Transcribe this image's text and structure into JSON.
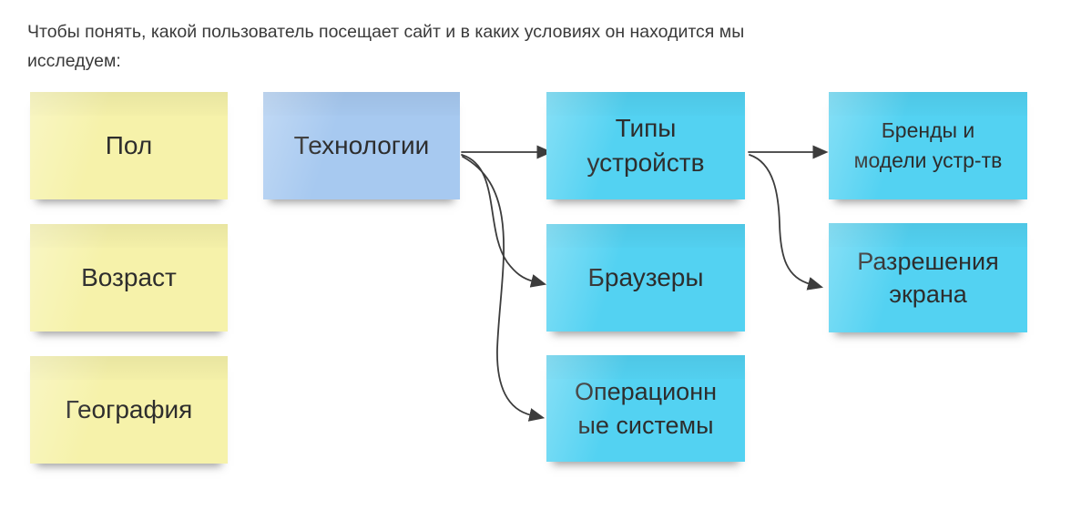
{
  "heading": {
    "text": "Чтобы понять, какой пользователь посещает сайт и в каких условиях он находится мы\nисследуем:"
  },
  "notes": [
    {
      "id": "gender",
      "label": "Пол",
      "color": "yellow"
    },
    {
      "id": "age",
      "label": "Возраст",
      "color": "yellow"
    },
    {
      "id": "geography",
      "label": "География",
      "color": "yellow"
    },
    {
      "id": "technologies",
      "label": "Технологии",
      "color": "blue"
    },
    {
      "id": "device-types",
      "label": "Типы\nустройств",
      "color": "cyan"
    },
    {
      "id": "browsers",
      "label": "Браузеры",
      "color": "cyan"
    },
    {
      "id": "operating-systems",
      "label": "Операционн\nые системы",
      "color": "cyan"
    },
    {
      "id": "brands-models",
      "label": "Бренды и\nмодели устр-тв",
      "color": "cyan"
    },
    {
      "id": "screen-resolutions",
      "label": "Разрешения\nэкрана",
      "color": "cyan"
    }
  ],
  "connections": [
    {
      "from": "technologies",
      "to": "device-types"
    },
    {
      "from": "technologies",
      "to": "browsers"
    },
    {
      "from": "technologies",
      "to": "operating-systems"
    },
    {
      "from": "device-types",
      "to": "brands-models"
    },
    {
      "from": "device-types",
      "to": "screen-resolutions"
    }
  ],
  "colors": {
    "note_yellow": "#f6f2aa",
    "note_blue": "#a7c9f0",
    "note_cyan": "#53d2f2",
    "note_text": "#2d2d2d",
    "heading_text": "#3a3a3a",
    "arrow": "#3c3c3c",
    "background": "#ffffff"
  }
}
